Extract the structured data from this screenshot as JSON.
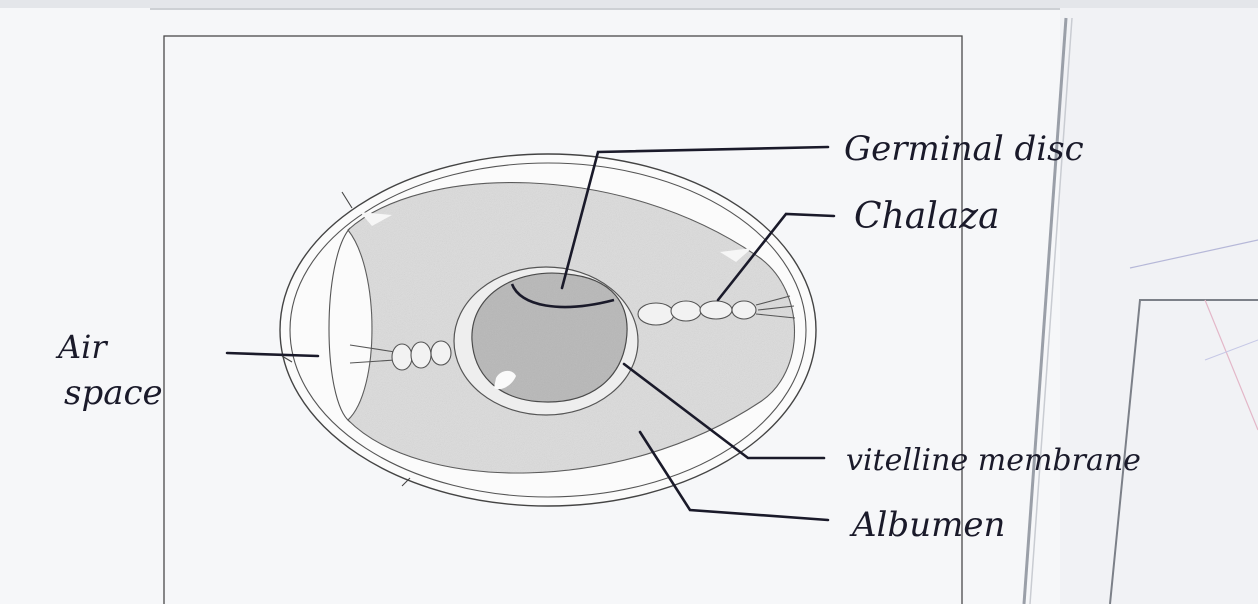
{
  "diagram": {
    "labels": {
      "germinal_disc": "Germinal disc",
      "chalaza": "Chalaza",
      "air_space_line1": "Air",
      "air_space_line2": "space",
      "vitelline_membrane": "vitelline membrane",
      "albumen": "Albumen"
    },
    "colors": {
      "paper": "#f7f8fa",
      "ink": "#1a1a2a",
      "pencil": "#3a3a3a",
      "albumen_fill": "#dcdcdc",
      "yolk_fill": "#b9b9b9"
    }
  }
}
